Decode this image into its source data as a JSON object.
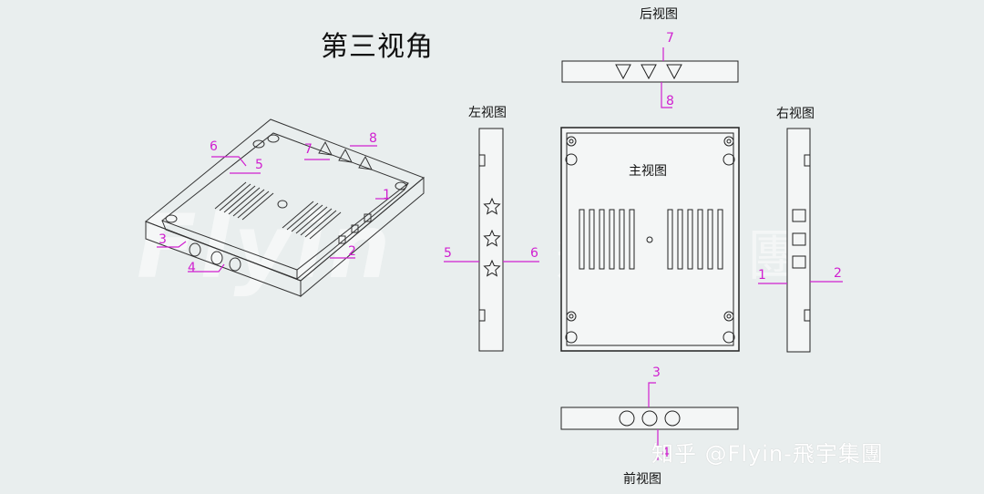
{
  "title": "第三视角",
  "views": {
    "back": "后视图",
    "left": "左视图",
    "right": "右视图",
    "main": "主视图",
    "front": "前视图"
  },
  "callouts": {
    "iso": [
      "6",
      "5",
      "7",
      "8",
      "1",
      "2",
      "3",
      "4"
    ],
    "back_top": "7",
    "back_bottom": "8",
    "left_l": "5",
    "left_r": "6",
    "right_l": "1",
    "right_r": "2",
    "front_top": "3",
    "front_bottom": "4"
  },
  "watermark": {
    "logo": "Flyin",
    "logo_cn": "飛宇集團",
    "credit": "知乎 @Flyin-飛宇集團"
  },
  "colors": {
    "background": "#e9eeee",
    "outline": "#222222",
    "callout": "#d020d0",
    "watermark": "#ffffff"
  }
}
